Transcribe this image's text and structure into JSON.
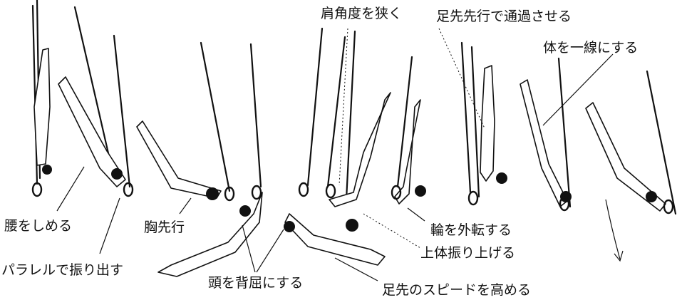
{
  "labels": {
    "koshi": "腰をしめる",
    "parallel": "パラレルで振り出す",
    "mune": "胸先行",
    "atama": "頭を背屈にする",
    "kata": "肩角度を狭く",
    "ashisaki_tsuka": "足先先行で通過させる",
    "karada": "体を一線にする",
    "wa": "輪を外転する",
    "joutai": "上体振り上げる",
    "speed": "足先のスピードを高める"
  }
}
